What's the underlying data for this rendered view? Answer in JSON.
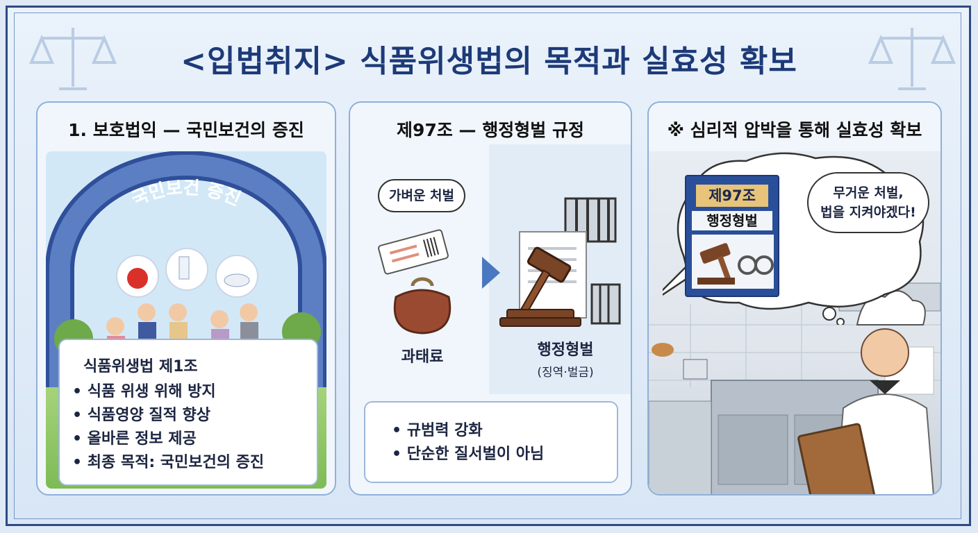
{
  "title": "<입법취지> 식품위생법의 목적과 실효성 확보",
  "panel1": {
    "title": "1. 보호법익 — 국민보건의 증진",
    "arch_text": "국민보건 증진",
    "law_heading": "식품위생법 제1조",
    "bullets": [
      "식품 위생 위해 방지",
      "식품영양 질적 향상",
      "올바른 정보 제공",
      "최종 목적: 국민보건의 증진"
    ]
  },
  "panel2": {
    "title": "제97조 — 행정형벌 규정",
    "bubble": "가벼운 처벌",
    "left_label": "과태료",
    "right_label": "행정형벌",
    "right_sublabel": "(징역·벌금)",
    "bullets": [
      "규범력 강화",
      "단순한 질서벌이 아님"
    ]
  },
  "panel3": {
    "title": "※ 심리적 압박을 통해 실효성 확보",
    "poster_top": "제97조",
    "poster_bottom": "행정형벌",
    "thought": "무거운 처벌,\n법을 지켜야겠다!"
  },
  "colors": {
    "title": "#1d3a78",
    "accent": "#2e4a82",
    "arch": "#3a5ea8",
    "arrow": "#4a78c0"
  }
}
